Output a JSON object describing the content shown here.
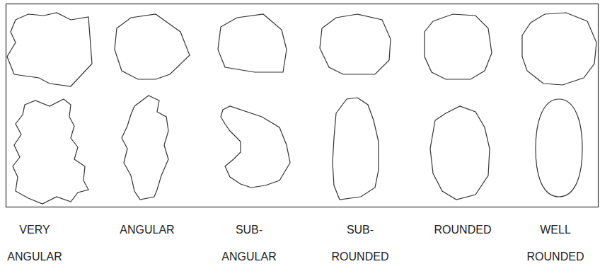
{
  "diagram": {
    "labels": [
      "VERY ANGULAR",
      "ANGULAR",
      "SUB- ANGULAR",
      "SUB- ROUNDED",
      "ROUNDED",
      "WELL ROUNDED"
    ]
  }
}
